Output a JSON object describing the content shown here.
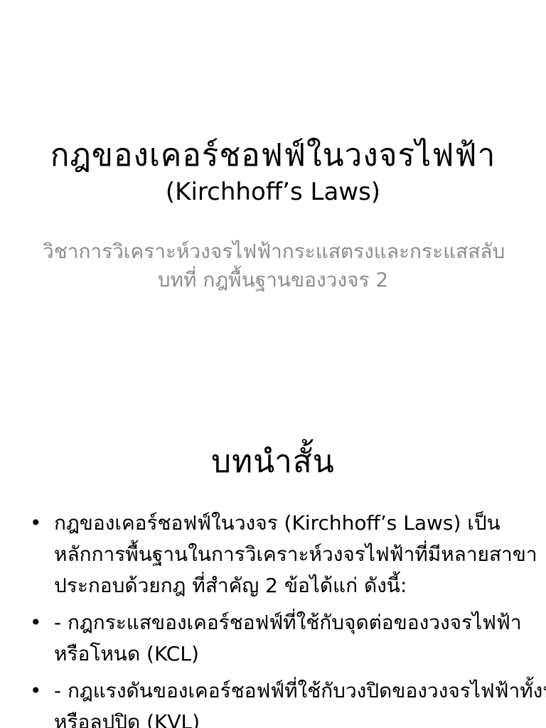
{
  "slide1": {
    "title_main": "กฎของเคอร์ชอฟฟ์ในวงจรไฟฟ้า",
    "title_sub": "(Kirchhoff’s Laws)",
    "subtitle_line1": "วิชาการวิเคราะห์วงจรไฟฟ้ากระแสตรงและกระแสสลับ",
    "subtitle_line2": "บทที่ กฎพื้นฐานของวงจร 2"
  },
  "slide2": {
    "heading": "บทนำสั้น",
    "bullet_symbol": "•",
    "bullets": [
      {
        "lines": [
          "กฎของเคอร์ชอฟฟ์ในวงจร (Kirchhoff’s Laws) เป็น",
          "หลักการพื้นฐานในการวิเคราะห์วงจรไฟฟ้าที่มีหลายสาขา",
          "ประกอบด้วยกฎ ที่สำคัญ 2 ข้อได้แก่ ดังนี้:"
        ]
      },
      {
        "lines": [
          "- กฎกระแสของเคอร์ชอฟฟ์ที่ใช้กับจุดต่อของวงจรไฟฟ้า",
          "หรือโหนด (KCL)"
        ]
      },
      {
        "lines": [
          "- กฎแรงดันของเคอร์ชอฟฟ์ที่ใช้กับวงปิดของวงจรไฟฟ้าทั้งหมด",
          "หรือลูปปิด (KVL)"
        ]
      }
    ]
  }
}
